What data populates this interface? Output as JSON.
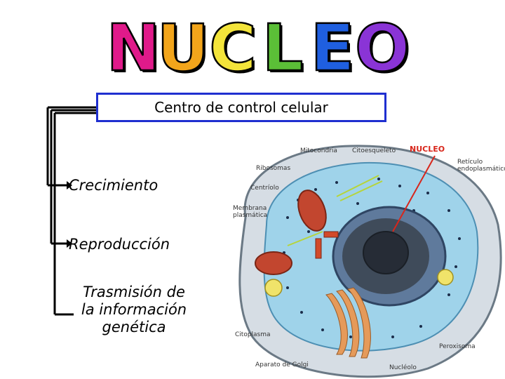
{
  "title": {
    "letters": [
      "N",
      "U",
      "C",
      "L",
      "E",
      "O"
    ],
    "colors": [
      "#e01a8a",
      "#f2a51b",
      "#f3e43a",
      "#5bbf37",
      "#1f5fe0",
      "#8a34d6"
    ]
  },
  "subtitle": "Centro de control celular",
  "functions": {
    "crecimiento": "Crecimiento",
    "reproduccion": "Reproducción",
    "trasmision_1": "Trasmisión de",
    "trasmision_2": "la información",
    "trasmision_3": "genética"
  },
  "cell_labels": {
    "mitocondria": "Mitocondria",
    "citoesqueleto": "Citoesqueleto",
    "nucleo": "NUCLEO",
    "reticulo_1": "Retículo",
    "reticulo_2": "endoplasmático",
    "ribosomas": "Ribosomas",
    "centriolo": "Centríolo",
    "membrana_1": "Membrana",
    "membrana_2": "plasmática",
    "citoplasma": "Citoplasma",
    "peroxisoma": "Peroxisoma",
    "golgi": "Aparato de Golgi",
    "nucleolo": "Nucléolo"
  }
}
